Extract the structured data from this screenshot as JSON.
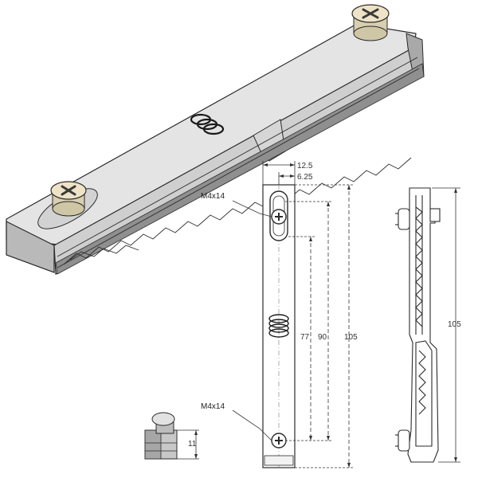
{
  "drawing": {
    "callouts": {
      "screw_top": "M4x14",
      "screw_bottom": "M4x14"
    },
    "dimensions": {
      "width_outer": "12.5",
      "width_inner": "6.25",
      "hole_spacing_inner": "77",
      "hole_spacing": "90",
      "length_front": "105",
      "length_side": "105",
      "height_detail": "11"
    },
    "colors": {
      "body_light": "#e6e6e6",
      "body_mid": "#c9c9c9",
      "body_dark": "#9d9d9d",
      "edge": "#2b2b2b",
      "screw_head": "#eee3c6",
      "dim_line": "#333333"
    }
  }
}
